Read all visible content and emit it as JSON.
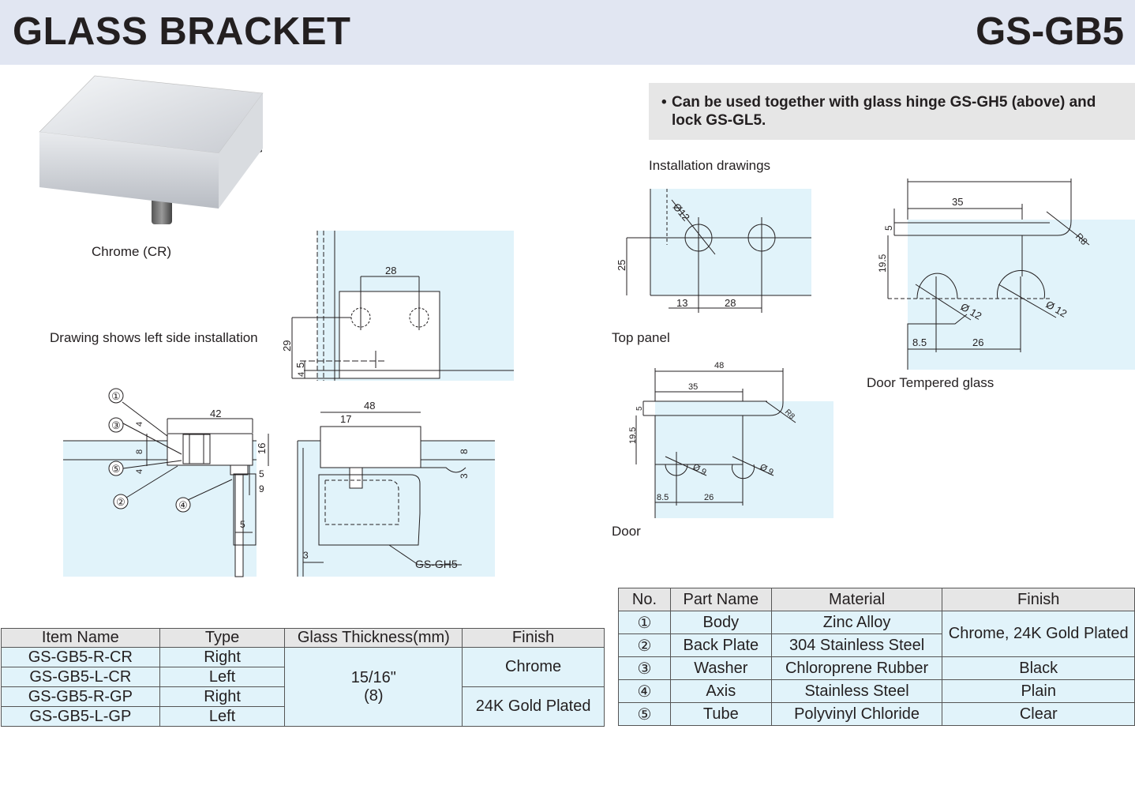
{
  "header": {
    "title": "GLASS BRACKET",
    "code": "GS-GB5"
  },
  "product": {
    "caption": "Chrome (CR)",
    "side_note": "Drawing shows left side installation"
  },
  "note": {
    "bullet": "•",
    "text": "Can be used together with glass hinge GS-GH5 (above) and lock GS-GL5."
  },
  "installation": {
    "heading": "Installation drawings",
    "top_panel_label": "Top panel",
    "door_tempered_label": "Door Tempered glass",
    "door_label": "Door"
  },
  "dims": {
    "front_top": {
      "d28": "28",
      "d29": "29",
      "d5": "5",
      "d4": "4"
    },
    "side": {
      "d42": "42",
      "d4a": "4",
      "d8": "8",
      "d4b": "4",
      "d16": "16",
      "d5": "5",
      "d9": "9",
      "d5b": "5"
    },
    "front": {
      "d48": "48",
      "d17": "17",
      "d8": "8",
      "d3": "3",
      "d3b": "3",
      "gh5": "GS-GH5"
    },
    "top_panel": {
      "phi": "Ø12",
      "d25": "25",
      "d13": "13",
      "d28": "28"
    },
    "tempered": {
      "d35": "35",
      "d5": "5",
      "d195": "19.5",
      "r8": "R8",
      "phi1": "Ø 12",
      "phi2": "Ø 12",
      "d85": "8.5",
      "d26": "26"
    },
    "door": {
      "d48": "48",
      "d35": "35",
      "d5": "5",
      "d195": "19.5",
      "r8": "R8",
      "phi1": "Ø 9",
      "phi2": "Ø 9",
      "d85": "8.5",
      "d26": "26"
    },
    "callouts": [
      "①",
      "②",
      "③",
      "④",
      "⑤"
    ]
  },
  "item_table": {
    "headers": [
      "Item Name",
      "Type",
      "Glass Thickness(mm)",
      "Finish"
    ],
    "rows": [
      {
        "name": "GS-GB5-R-CR",
        "type": "Right"
      },
      {
        "name": "GS-GB5-L-CR",
        "type": "Left"
      },
      {
        "name": "GS-GB5-R-GP",
        "type": "Right"
      },
      {
        "name": "GS-GB5-L-GP",
        "type": "Left"
      }
    ],
    "thickness_line1": "15/16\"",
    "thickness_line2": "(8)",
    "finish_chrome": "Chrome",
    "finish_gold": "24K Gold Plated"
  },
  "parts_table": {
    "headers": [
      "No.",
      "Part Name",
      "Material",
      "Finish"
    ],
    "rows": [
      {
        "no": "①",
        "part": "Body",
        "material": "Zinc Alloy"
      },
      {
        "no": "②",
        "part": "Back Plate",
        "material": "304 Stainless Steel"
      },
      {
        "no": "③",
        "part": "Washer",
        "material": "Chloroprene Rubber",
        "finish": "Black"
      },
      {
        "no": "④",
        "part": "Axis",
        "material": "Stainless Steel",
        "finish": "Plain"
      },
      {
        "no": "⑤",
        "part": "Tube",
        "material": "Polyvinyl Chloride",
        "finish": "Clear"
      }
    ],
    "finish_merged": "Chrome, 24K Gold Plated"
  }
}
